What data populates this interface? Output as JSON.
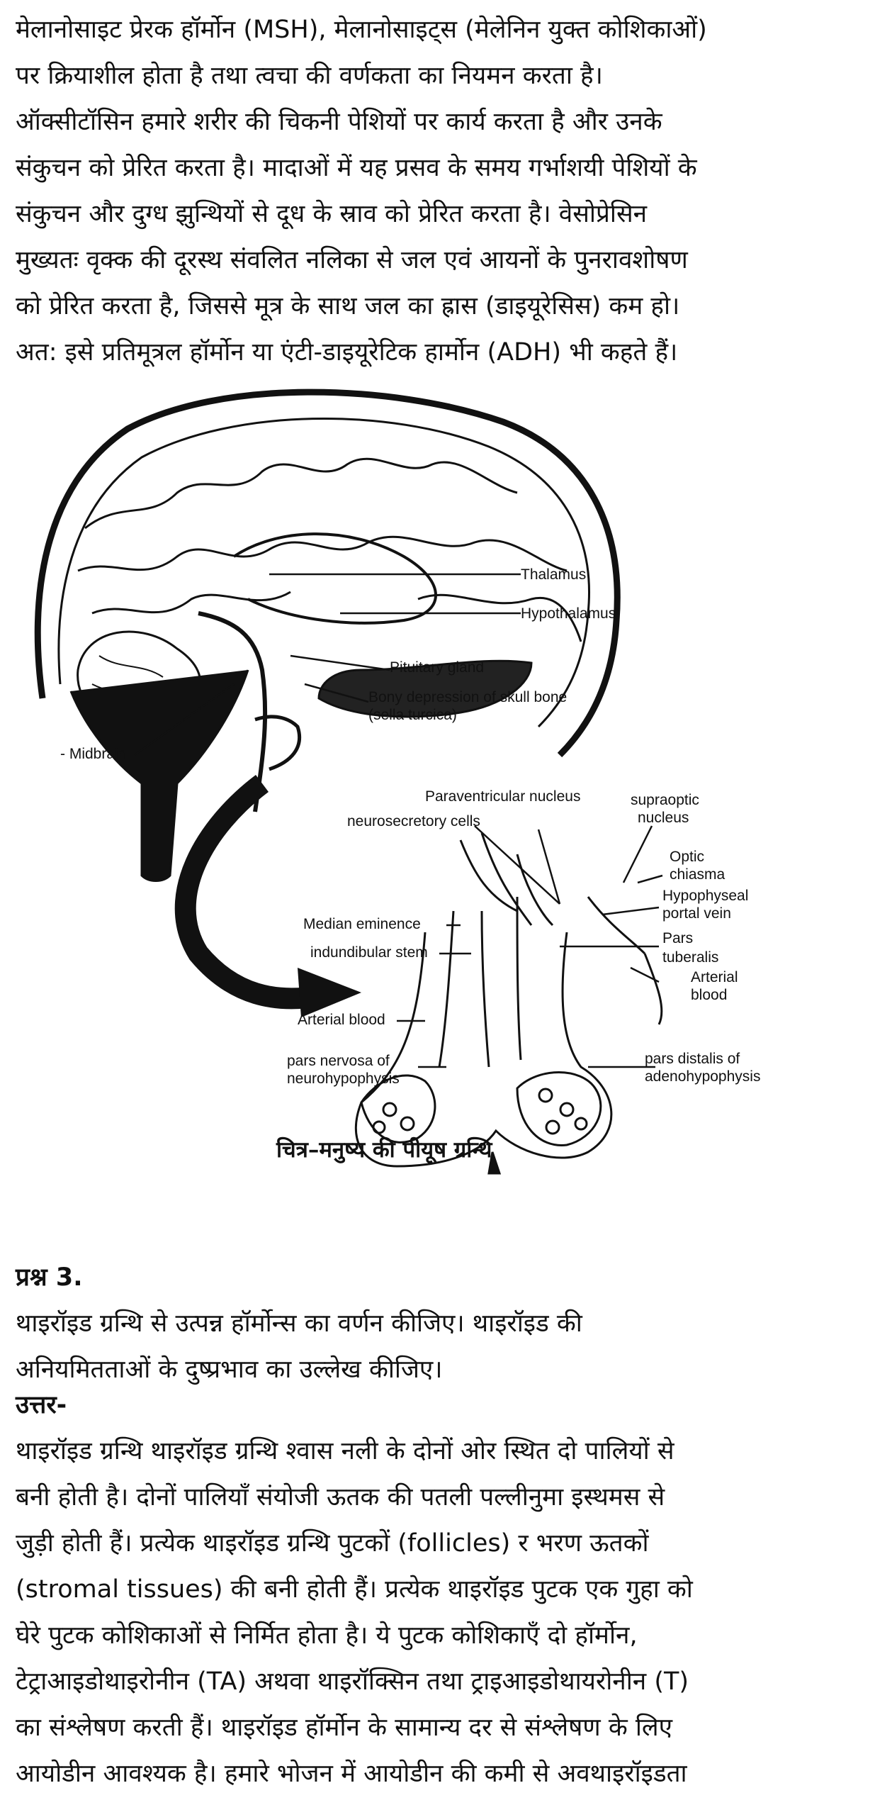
{
  "intro_paragraph": [
    "मेलानोसाइट प्रेरक हॉर्मोन (MSH), मेलानोसाइट्स (मेलेनिन युक्त कोशिकाओं)",
    "पर क्रियाशील होता है तथा त्वचा की वर्णकता का नियमन करता है।",
    "ऑक्सीटॉसिन हमारे शरीर की चिकनी पेशियों पर कार्य करता है और उनके",
    "संकुचन को प्रेरित करता है। मादाओं में यह प्रसव के समय गर्भाशयी पेशियों के",
    "संकुचन और दुग्ध झुन्थियों से दूध के स्राव को प्रेरित करता है। वेसोप्रेसिन",
    "मुख्यतः वृक्क की दूरस्थ संवलित नलिका से जल एवं आयनों के पुनरावशोषण",
    "को प्रेरित करता है, जिससे मूत्र के साथ जल का ह्रास (डाइयूरेसिस) कम हो।",
    "अत: इसे प्रतिमूत्रल हॉर्मोन या एंटी-डाइयूरेटिक हार्मोन (ADH) भी कहते हैं।"
  ],
  "figure": {
    "labels": {
      "thalamus": "Thalamus",
      "hypothalamus": "Hypothalamus",
      "pituitary": "Pituitary gland",
      "bony1": "Bony depression of skull bone",
      "bony2": "(sella turcica)",
      "midbrain": "- Midbrain",
      "paraventricular": "Paraventricular nucleus",
      "neurosecretory": "neurosecretory cells",
      "supraoptic1": "supraoptic",
      "supraoptic2": "nucleus",
      "optic1": "Optic",
      "optic2": "chiasma",
      "portal1": "Hypophyseal",
      "portal2": "portal vein",
      "pars_tub1": "Pars",
      "pars_tub2": "tuberalis",
      "median": "Median eminence",
      "infund": "indundibular stem",
      "arterial1": "Arterial",
      "arterial2": "blood",
      "arterial_left": "Arterial blood",
      "nervosa1": "pars nervosa of",
      "nervosa2": "neurohypophysis",
      "distalis1": "pars distalis of",
      "distalis2": "adenohypophysis"
    },
    "caption": "चित्र–मनुष्य की पीयूष ग्रन्थि"
  },
  "question": {
    "heading": "प्रश्न 3.",
    "text": [
      "थाइरॉइड ग्रन्थि से उत्पन्न हॉर्मोन्स का वर्णन कीजिए। थाइरॉइड की",
      "अनियमितताओं के दुष्प्रभाव का उल्लेख कीजिए।"
    ],
    "answer_label": "उत्तर-"
  },
  "answer_paragraph": [
    "थाइरॉइड ग्रन्थि थाइरॉइड ग्रन्थि श्वास नली के दोनों ओर स्थित दो पालियों से",
    "बनी होती है। दोनों पालियाँ संयोजी ऊतक की पतली पल्लीनुमा इस्थमस से",
    "जुड़ी होती हैं। प्रत्येक थाइरॉइड ग्रन्थि पुटकों (follicles) र भरण ऊतकों",
    "(stromal tissues) की बनी होती हैं। प्रत्येक थाइरॉइड पुटक एक गुहा को",
    "घेरे पुटक कोशिकाओं से निर्मित होता है। ये पुटक कोशिकाएँ दो हॉर्मोन,",
    "टेट्राआइडोथाइरोनीन (TA) अथवा थाइरॉक्सिन तथा ट्राइआइडोथायरोनीन (T)",
    "का संश्लेषण करती हैं। थाइरॉइड हॉर्मोन के सामान्य दर से संश्लेषण के लिए",
    "आयोडीन आवश्यक है। हमारे भोजन में आयोडीन की कमी से अवथाइरॉइडता"
  ]
}
